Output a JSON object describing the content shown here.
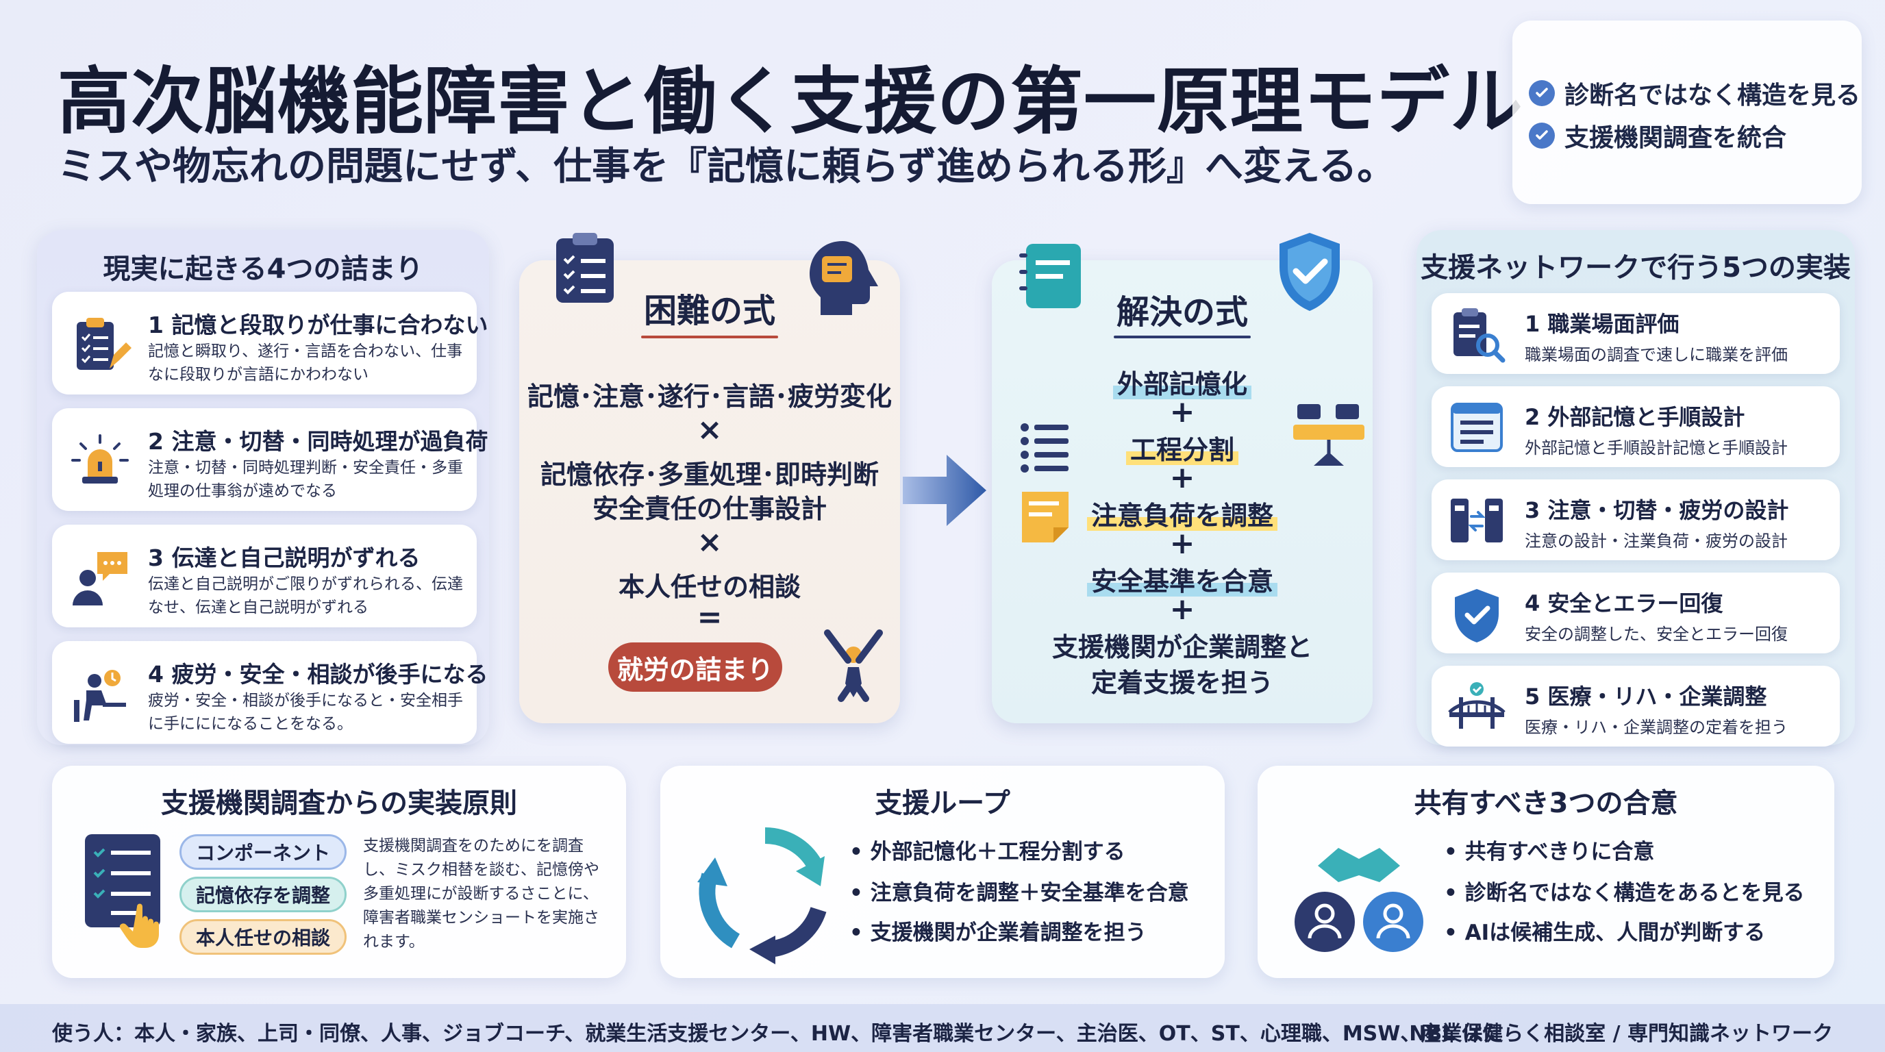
{
  "header": {
    "title": "高次脳機能障害と働く支援の第一原理モデル",
    "subtitle": "ミスや物忘れの問題にせず、仕事を『記憶に頼らず進められる形』へ変える。"
  },
  "corner": {
    "items": [
      "診断名ではなく構造を見る",
      "支援機関調査を統合"
    ]
  },
  "left_panel": {
    "title": "現実に起きる4つの詰まり",
    "cards": [
      {
        "title": "1 記憶と段取りが仕事に合わない",
        "desc": "記憶と瞬取り、遂行・言語を合わない、仕事なに段取りが言語にかわわない"
      },
      {
        "title": "2 注意・切替・同時処理が過負荷",
        "desc": "注意・切替・同時処理判断・安全責任・多重処理の仕事翁が遠めでなる"
      },
      {
        "title": "3 伝達と自己説明がずれる",
        "desc": "伝達と自己説明がご限りがずれられる、伝達なせ、伝達と自己説明がずれる"
      },
      {
        "title": "4 疲労・安全・相談が後手になる",
        "desc": "疲労・安全・相談が後手になると・安全相手に手ににになることをなる。"
      }
    ]
  },
  "difficulty": {
    "title": "困難の式",
    "line1": "記憶･注意･遂行･言語･疲労変化",
    "op1": "×",
    "line2": "記憶依存･多重処理･即時判断",
    "line3": "安全責任の仕事設計",
    "op2": "×",
    "line4": "本人任せの相談",
    "op3": "=",
    "result": "就労の詰まり"
  },
  "solution": {
    "title": "解決の式",
    "items": [
      "外部記憶化",
      "工程分割",
      "注意負荷を調整",
      "安全基準を合意"
    ],
    "plus": "+",
    "last_line1": "支援機関が企業調整と",
    "last_line2": "定着支援を担う"
  },
  "right_panel": {
    "title": "支援ネットワークで行う5つの実装",
    "cards": [
      {
        "title": "1 職業場面評価",
        "desc": "職業場面の調査で速しに職業を評価"
      },
      {
        "title": "2 外部記憶と手順設計",
        "desc": "外部記憶と手順設計記憶と手順設計"
      },
      {
        "title": "3 注意・切替・疲労の設計",
        "desc": "注意の設計・注業負荷・疲労の設計"
      },
      {
        "title": "4 安全とエラー回復",
        "desc": "安全の調整した、安全とエラー回復"
      },
      {
        "title": "5 医療・リハ・企業調整",
        "desc": "医療・リハ・企業調整の定着を担う"
      }
    ]
  },
  "bottom": {
    "principles": {
      "title": "支援機関調査からの実装原則",
      "tags": [
        "コンポーネント",
        "記憶依存を調整",
        "本人任せの相談"
      ],
      "desc": "支援機関調査をのためにを調査し、ミスク相替を談む、記憶傍や多重処理にが設断するさことに、障害者職業センショートを実施されます。"
    },
    "loop": {
      "title": "支援ループ",
      "bullets": [
        "• 外部記憶化＋工程分割する",
        "• 注意負荷を調整＋安全基準を合意",
        "• 支援機関が企業着調整を担う"
      ]
    },
    "agreement": {
      "title": "共有すべき3つの合意",
      "bullets": [
        "• 共有すべきりに合意",
        "• 診断名ではなく構造をあるとを見る",
        "• AIは候補生成、人間が判断する"
      ]
    }
  },
  "footer": {
    "left": "使う人：本人・家族、上司・同僚、人事、ジョブコーチ、就業生活支援センター、HW、障害者職業センター、主治医、OT、ST、心理職、MSW、産業保健",
    "right": "NBL はたらく相談室 / 専門知識ネットワーク"
  },
  "colors": {
    "navy": "#2d3a6e",
    "orange": "#f0a93a",
    "teal": "#3ab0b8",
    "blue": "#3a7fd0",
    "red": "#b84a3c"
  }
}
